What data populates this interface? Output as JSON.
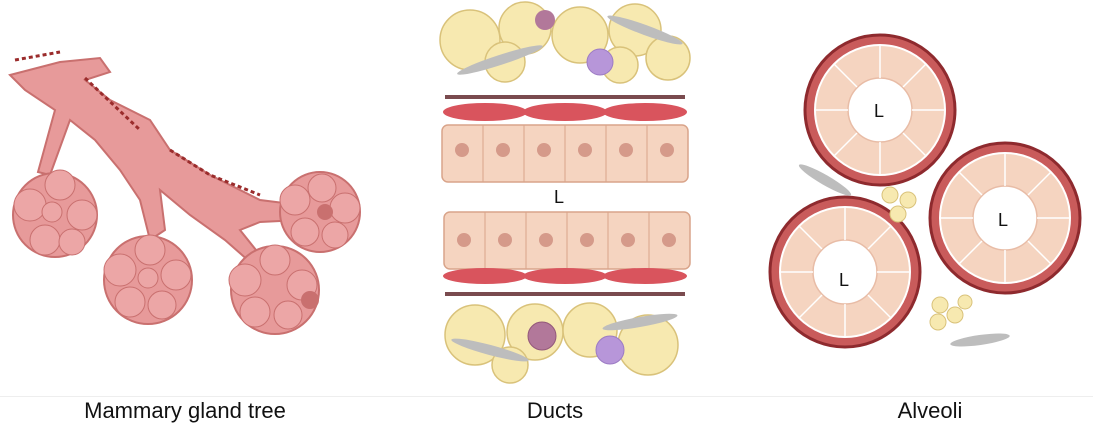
{
  "captions": {
    "tree": "Mammary gland tree",
    "ducts": "Ducts",
    "alveoli": "Alveoli"
  },
  "lumen_label": "L",
  "colors": {
    "tissue_pink": "#e79a9a",
    "tissue_outline": "#c9706f",
    "epithelial": "#f5d4c0",
    "nucleus": "#d59a8a",
    "myoepithelial": "#d9545d",
    "basement": "#7a4b4f",
    "adipocyte": "#f7e9b0",
    "adipocyte_edge": "#d9c27a",
    "fibroblast": "#bdbdbd",
    "immune_purple": "#b796d9",
    "immune_mauve": "#b2789a",
    "alveolus_rim": "#8e2a2e",
    "alveolus_wall": "#c95b5b"
  },
  "icons": [
    "mammary-tree-illustration",
    "duct-cross-section",
    "alveolus-cluster"
  ]
}
